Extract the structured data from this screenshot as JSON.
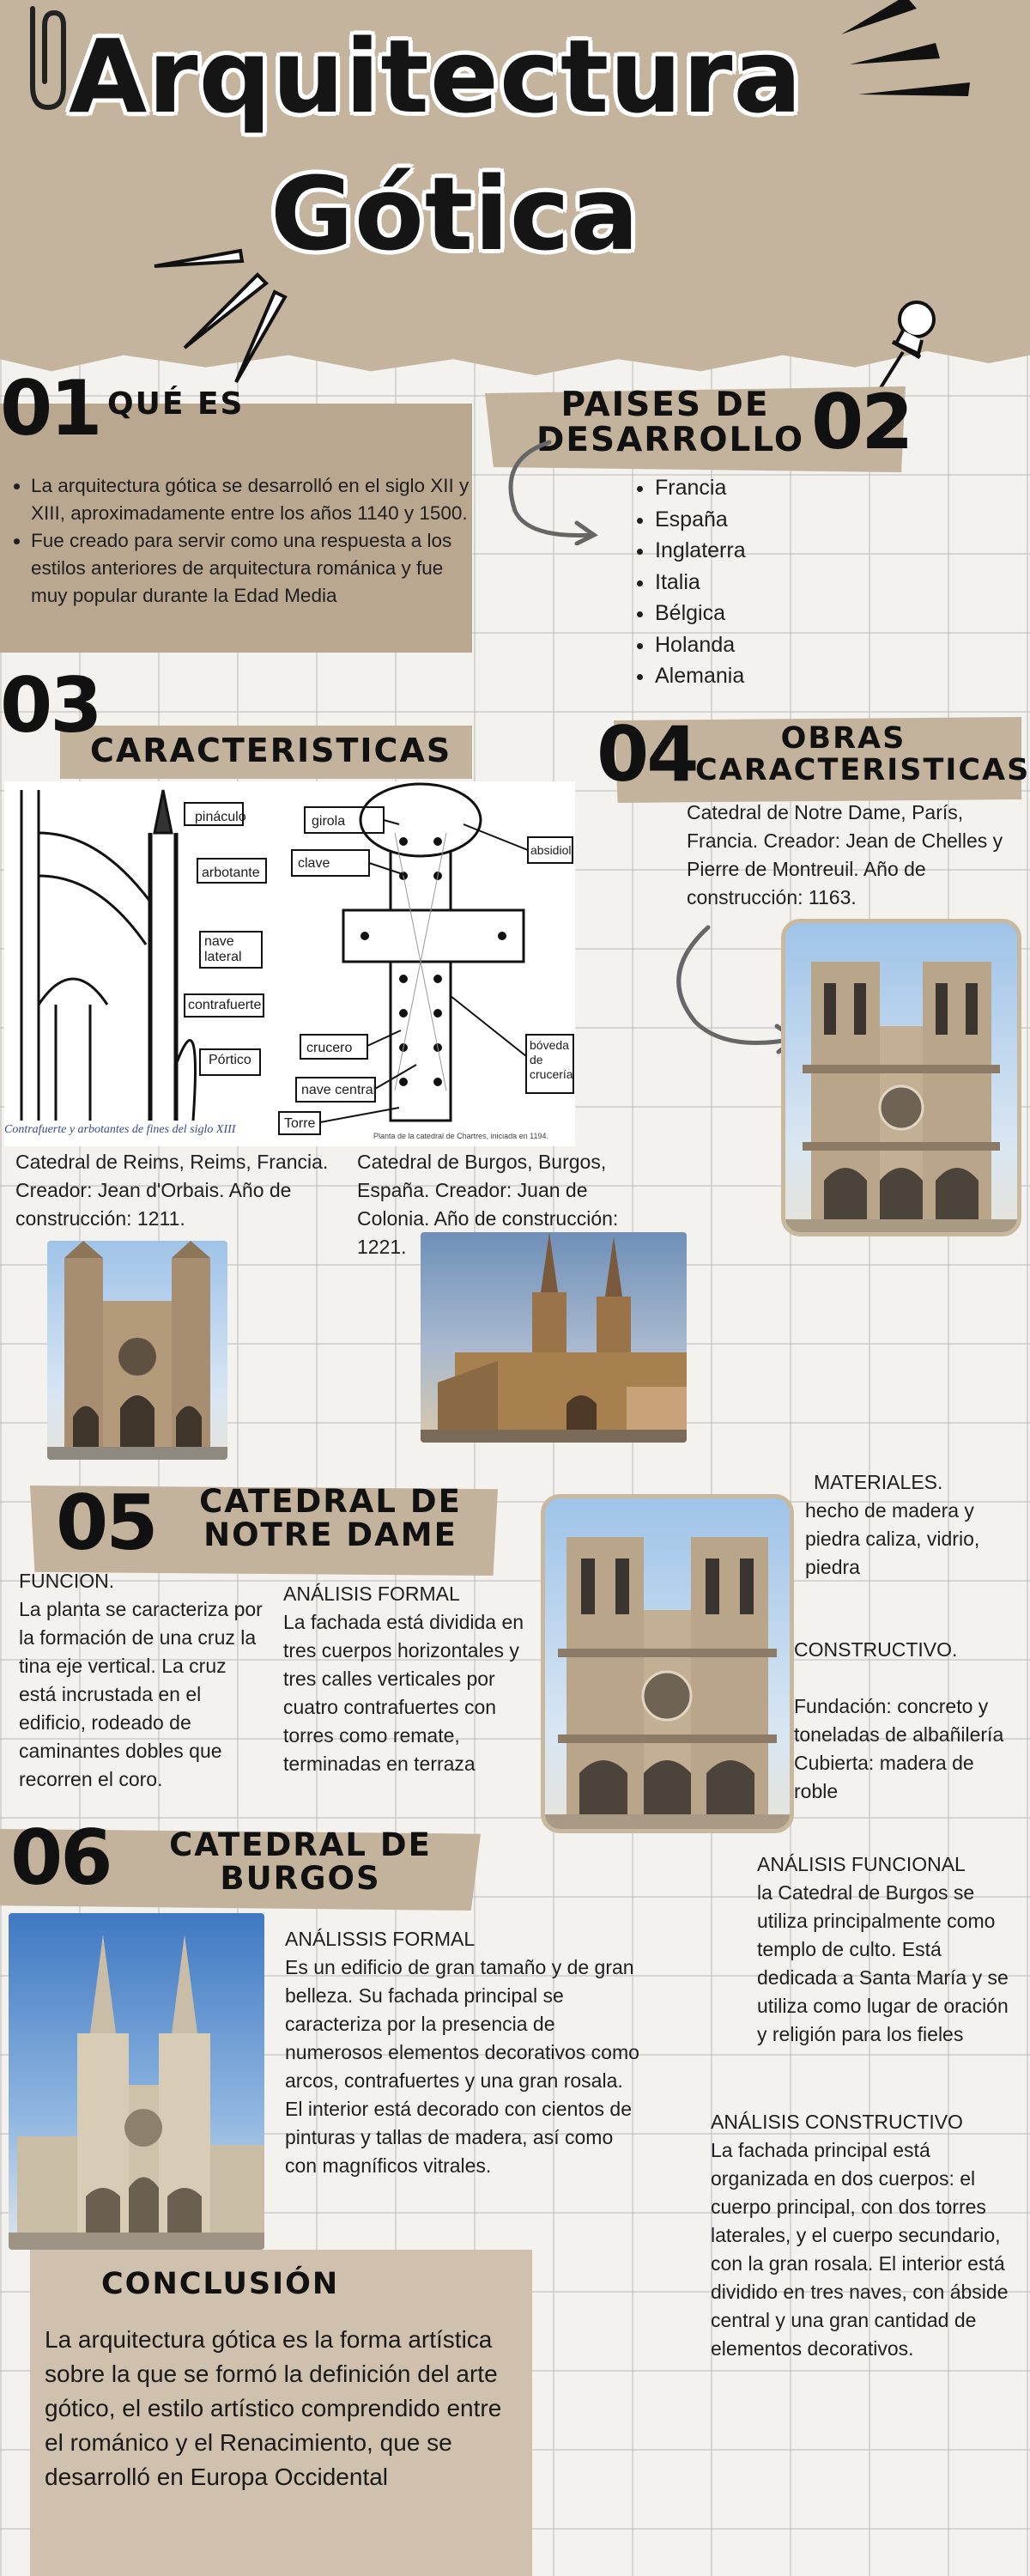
{
  "title": {
    "line1": "Arquitectura",
    "line2": "Gótica"
  },
  "section01": {
    "number": "01",
    "heading": "QUÉ ES",
    "bullets": [
      "La arquitectura gótica se desarrolló en el siglo XII y XIII, aproximadamente entre los años 1140 y 1500.",
      "Fue creado para servir como una respuesta a los estilos anteriores de arquitectura románica y fue muy popular durante la Edad Media"
    ]
  },
  "section02": {
    "number": "02",
    "heading_line1": "PAISES DE",
    "heading_line2": "DESARROLLO",
    "countries": [
      "Francia",
      "España",
      "Inglaterra",
      "Italia",
      "Bélgica",
      "Holanda",
      "Alemania"
    ]
  },
  "section03": {
    "number": "03",
    "heading": "CARACTERISTICAS",
    "diagram_labels": [
      "pináculo",
      "arbotante",
      "nave lateral",
      "contrafuerte",
      "Pórtico",
      "girola",
      "clave",
      "crucero",
      "nave central",
      "Torre",
      "absidiol",
      "bóveda de crucería"
    ],
    "diagram_caption": "Contrafuerte y arbotantes de fines del siglo XIII",
    "plan_caption": "Planta de la catedral de Chartres, iniciada en 1194."
  },
  "section04": {
    "number": "04",
    "heading_line1": "OBRAS",
    "heading_line2": "CARACTERISTICAS",
    "notre_dame": "Catedral de Notre Dame, París, Francia. Creador: Jean de Chelles y Pierre de Montreuil. Año de construcción: 1163.",
    "reims": "Catedral de Reims, Reims, Francia. Creador: Jean d'Orbais. Año de construcción: 1211.",
    "burgos": "Catedral de Burgos, Burgos, España. Creador: Juan de Colonia. Año de construcción: 1221."
  },
  "section05": {
    "number": "05",
    "heading_line1": "CATEDRAL DE",
    "heading_line2": "NOTRE DAME",
    "funcion_title": "FUNCION.",
    "funcion_text": "La planta se caracteriza por la formación de una cruz la tina eje vertical. La cruz está incrustada en el edificio, rodeado de caminantes dobles que recorren el coro.",
    "formal_title": "ANÁLISIS FORMAL",
    "formal_text": "La fachada está dividida en tres cuerpos horizontales y tres calles verticales por cuatro contrafuertes con torres como remate, terminadas en terraza",
    "materiales_title": "MATERIALES.",
    "materiales_text": "hecho de madera y piedra caliza, vidrio, piedra",
    "constructivo_title": "CONSTRUCTIVO.",
    "constructivo_text": "Fundación: concreto y toneladas de albañilería\nCubierta: madera de roble"
  },
  "section06": {
    "number": "06",
    "heading_line1": "CATEDRAL DE",
    "heading_line2": "BURGOS",
    "formal_title": "ANÁLISSIS FORMAL",
    "formal_text": "Es un edificio de gran tamaño y de gran belleza. Su fachada principal se caracteriza por la presencia de numerosos elementos decorativos como arcos, contrafuertes y una gran rosala. El interior está decorado con cientos de pinturas y tallas de madera, así como con magníficos vitrales.",
    "funcional_title": "ANÁLISIS FUNCIONAL",
    "funcional_text": "la Catedral de Burgos se utiliza principalmente como templo de culto. Está dedicada a Santa María y se utiliza como lugar de oración y religión para los fieles",
    "constructivo_title": "ANÁLISIS CONSTRUCTIVO",
    "constructivo_text": "La fachada principal está organizada en dos cuerpos: el cuerpo principal, con dos torres laterales, y el cuerpo secundario, con la gran rosala. El interior está dividido en tres naves, con ábside central y una gran cantidad de elementos decorativos."
  },
  "conclusion": {
    "heading": "CONCLUSIÓN",
    "text": "La arquitectura gótica es la forma artística sobre la que se formó la definición del arte gótico, el estilo artístico comprendido entre el románico y el Renacimiento, que se desarrolló en Europa Occidental"
  },
  "colors": {
    "kraft": "#c3b39d",
    "grid": "#bebebe",
    "ink": "#111111"
  }
}
